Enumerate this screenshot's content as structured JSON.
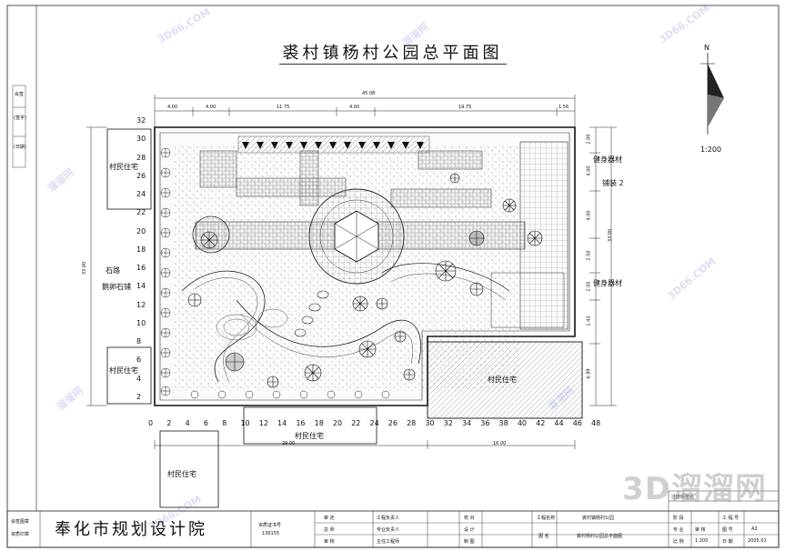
{
  "title": "裘村镇杨村公园总平面图",
  "scale_text": "1:200",
  "north_label": "N",
  "plan_labels": {
    "house_tl": "村民住宅",
    "house_ml": "村民住宅",
    "house_br": "村民住宅",
    "house_bc": "村民住宅",
    "house_bot": "村民住宅",
    "stone_path": "石路",
    "pebble_path": "鹅卵石铺",
    "fitness_1": "健身器材",
    "paving_2": "铺装 2",
    "fitness_2": "健身器材"
  },
  "dimensions": {
    "total_top": "45.08",
    "top_segments": [
      "4.00",
      "4.00",
      "11.75",
      "4.00",
      "19.75",
      "1.56"
    ],
    "left_total": "33.00",
    "right_total": "33.00",
    "bottom_left": "29.00",
    "bottom_right": "16.00",
    "right_segments": [
      "2.00",
      "4.00",
      "4.00",
      "2.50",
      "2.05",
      "1.43",
      "6.99"
    ]
  },
  "grid_labels": {
    "x": [
      "0",
      "2",
      "4",
      "6",
      "8",
      "10",
      "12",
      "14",
      "16",
      "18",
      "20",
      "22",
      "24",
      "26",
      "28",
      "30",
      "32",
      "34",
      "36",
      "38",
      "40",
      "42",
      "44",
      "46",
      "48"
    ],
    "y": [
      "32",
      "30",
      "28",
      "26",
      "24",
      "22",
      "20",
      "18",
      "16",
      "14",
      "12",
      "10",
      "8",
      "6",
      "4",
      "2"
    ]
  },
  "left_strip": [
    "会签",
    "(签字)",
    "(日期)"
  ],
  "title_block": {
    "org": "奉化市规划设计院",
    "left_notes": [
      "会签图章",
      "资质印章"
    ],
    "cert_label": "资质证书号",
    "cert_no": "136155",
    "roles": [
      "审  定",
      "总  师",
      "审  核"
    ],
    "roles2": [
      "工程负责人",
      "专业负责人",
      "主任工程师"
    ],
    "roles3": [
      "校  对",
      "设  计",
      "制  图"
    ],
    "project_label": "工程名称",
    "project_name": "裘村镇杨村公园",
    "drawing_label": "图  名",
    "drawing_name": "裘村杨村公园总平面图",
    "stage": "阶 段",
    "spec_label": "专 业",
    "spec_value": "审 核",
    "scale_label": "比 例",
    "scale_value": "1:200",
    "no_label": "工 程 号",
    "sheet_label": "图 号",
    "sheet_value": "A2",
    "date_label": "日 期",
    "date_value": "2005.01",
    "top_right": "注册师签名"
  },
  "watermarks": [
    "3D66.COM",
    "溜溜网",
    "3D66.COM",
    "溜溜网",
    "3D66.COM",
    "溜溜网",
    "溜溜网",
    "3D66.COM"
  ],
  "brand": "3D溜溜网"
}
